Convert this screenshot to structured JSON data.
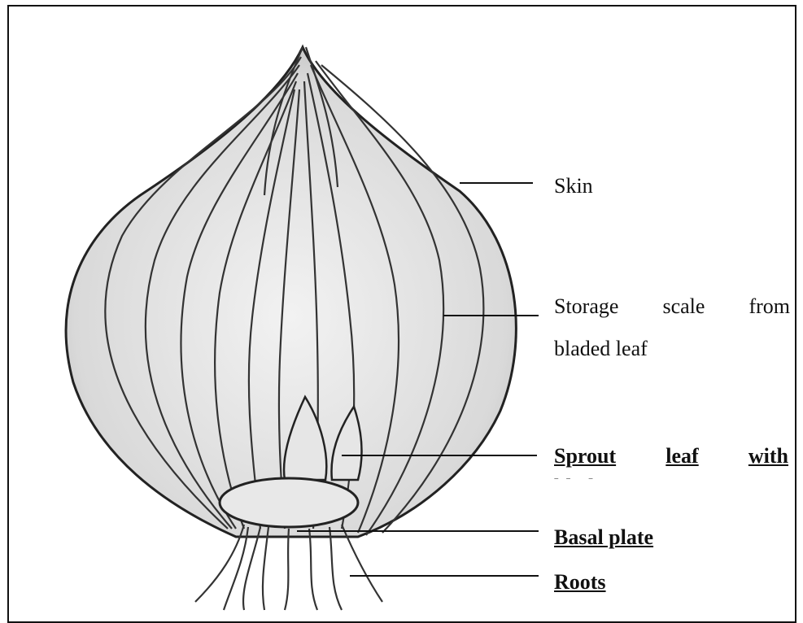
{
  "labels": {
    "skin": "Skin",
    "storage_scale_line1_words": [
      "Storage",
      "scale",
      "from"
    ],
    "storage_scale_line2": "bladed leaf",
    "sprout_line1_words": [
      "Sprout",
      "leaf",
      "with"
    ],
    "sprout_line2": "blade",
    "basal_plate": "Basal plate",
    "roots": "Roots"
  }
}
